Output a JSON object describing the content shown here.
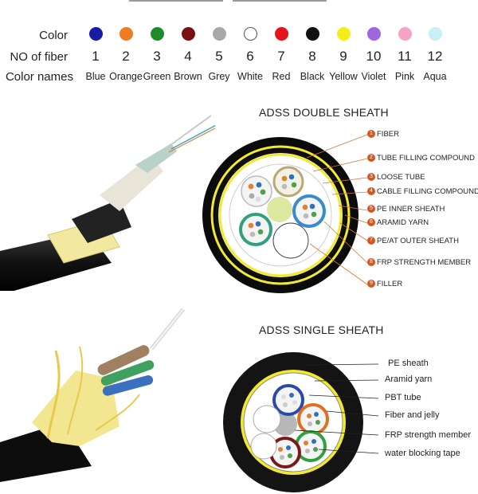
{
  "color_table": {
    "row_labels": {
      "color": "Color",
      "fiber_no": "NO of fiber",
      "color_names": "Color names"
    },
    "fibers": [
      {
        "no": "1",
        "name": "Blue",
        "hex": "#1a1aa8"
      },
      {
        "no": "2",
        "name": "Orange",
        "hex": "#ef7b23"
      },
      {
        "no": "3",
        "name": "Green",
        "hex": "#1e8a2a"
      },
      {
        "no": "4",
        "name": "Brown",
        "hex": "#7a1014"
      },
      {
        "no": "5",
        "name": "Grey",
        "hex": "#a8a8a8"
      },
      {
        "no": "6",
        "name": "White",
        "hex": "#ffffff"
      },
      {
        "no": "7",
        "name": "Red",
        "hex": "#e4141c"
      },
      {
        "no": "8",
        "name": "Black",
        "hex": "#111111"
      },
      {
        "no": "9",
        "name": "Yellow",
        "hex": "#f4ee18"
      },
      {
        "no": "10",
        "name": "Violet",
        "hex": "#a066df"
      },
      {
        "no": "11",
        "name": "Pink",
        "hex": "#f5a4c8"
      },
      {
        "no": "12",
        "name": "Aqua",
        "hex": "#c8f0f4"
      }
    ]
  },
  "double_sheath": {
    "title": "ADSS DOUBLE SHEATH",
    "labels": [
      {
        "n": "1",
        "text": "FIBER"
      },
      {
        "n": "2",
        "text": "TUBE FILLING COMPOUND"
      },
      {
        "n": "3",
        "text": "LOOSE TUBE"
      },
      {
        "n": "4",
        "text": "CABLE FILLING COMPOUND"
      },
      {
        "n": "5",
        "text": "PE INNER SHEATH"
      },
      {
        "n": "6",
        "text": "ARAMID YARN"
      },
      {
        "n": "7",
        "text": "PE/AT OUTER SHEATH"
      },
      {
        "n": "8",
        "text": "FRP STRENGTH MEMBER"
      },
      {
        "n": "9",
        "text": "FILLER"
      }
    ]
  },
  "single_sheath": {
    "title": "ADSS SINGLE SHEATH",
    "labels": [
      "PE sheath",
      "Aramid yarn",
      "PBT tube",
      "Fiber and jelly",
      "FRP strength member",
      "water blocking tape"
    ]
  }
}
